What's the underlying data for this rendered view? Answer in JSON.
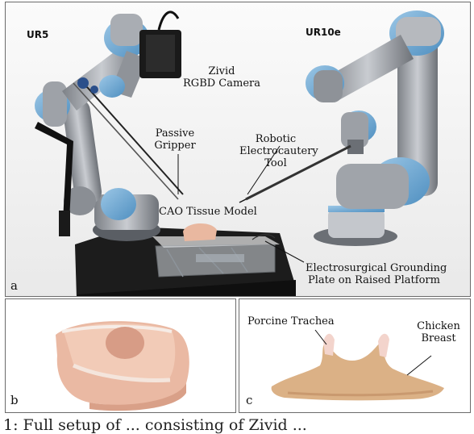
{
  "panel_a": {
    "letter": "a",
    "robot_left": "UR5",
    "robot_right": "UR10e",
    "camera_line1": "Zivid",
    "camera_line2": "RGBD Camera",
    "gripper_line1": "Passive",
    "gripper_line2": "Gripper",
    "tool_line1": "Robotic",
    "tool_line2": "Electrocautery",
    "tool_line3": "Tool",
    "tissue_model": "CAO Tissue Model",
    "plate_line1": "Electrosurgical Grounding",
    "plate_line2": "Plate on Raised Platform"
  },
  "panel_b": {
    "letter": "b"
  },
  "panel_c": {
    "letter": "c",
    "trachea": "Porcine Trachea",
    "breast_line1": "Chicken",
    "breast_line2": "Breast"
  },
  "caption_fragment": "1: Full setup of ... consisting of Zivid ..."
}
